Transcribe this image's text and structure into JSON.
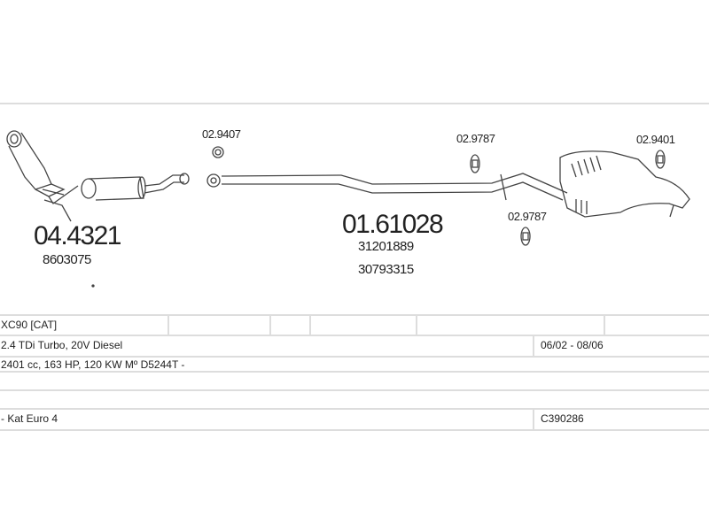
{
  "diagram": {
    "parts": [
      {
        "number": "04.4321",
        "refs": [
          "8603075"
        ]
      },
      {
        "number": "01.61028",
        "refs": [
          "31201889",
          "30793315"
        ]
      }
    ],
    "small_parts": [
      "02.9407",
      "02.9787",
      "02.9787",
      "02.9401"
    ]
  },
  "table": {
    "model": "XC90  [CAT]",
    "engine": "2.4 TDi Turbo, 20V Diesel",
    "period": "06/02 - 08/06",
    "specs": "2401 cc, 163 HP, 120 KW Mº D5244T -",
    "note": "- Kat Euro 4",
    "code": "C390286"
  }
}
